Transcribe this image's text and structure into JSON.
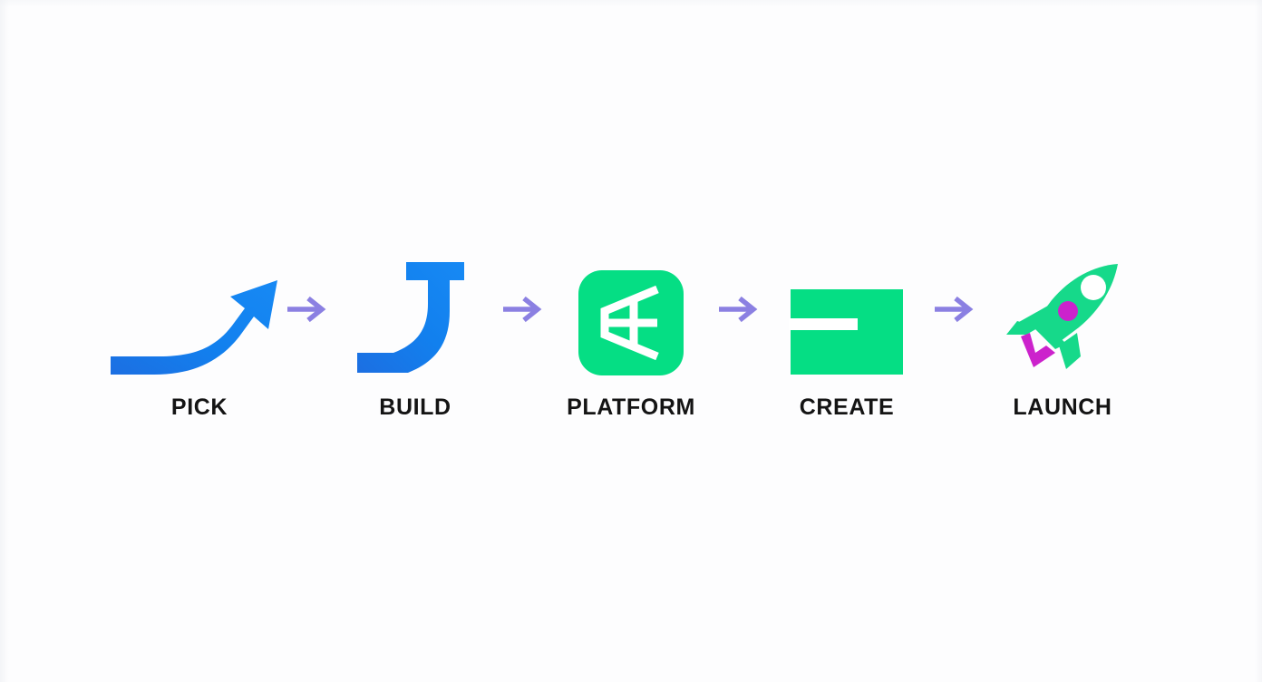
{
  "page": {
    "title": "Process flow: Pick, Build, Platform, Create, Launch",
    "background_color": "#fdfdfe"
  },
  "colors": {
    "blue": "#1280EE",
    "blue_dark": "#1B6FE0",
    "green": "#05DE84",
    "green_alt": "#16D98A",
    "magenta": "#CC22CC",
    "arrow_purple": "#8B80E2",
    "label_text": "#141414",
    "white": "#FFFFFF"
  },
  "flow": {
    "connector_icon": "arrow-right-icon",
    "steps": [
      {
        "id": "pick",
        "label": "PICK",
        "icon": "curved-growth-arrow-icon",
        "icon_color": "#1280EE"
      },
      {
        "id": "build",
        "label": "BUILD",
        "icon": "j-swoosh-icon",
        "icon_color": "#1280EE"
      },
      {
        "id": "platform",
        "label": "PLATFORM",
        "icon": "platform-stage-tile-icon",
        "icon_color": "#05DE84"
      },
      {
        "id": "create",
        "label": "CREATE",
        "icon": "green-card-icon",
        "icon_color": "#05DE84"
      },
      {
        "id": "launch",
        "label": "LAUNCH",
        "icon": "rocket-icon",
        "icon_color": "#16D98A"
      }
    ]
  }
}
